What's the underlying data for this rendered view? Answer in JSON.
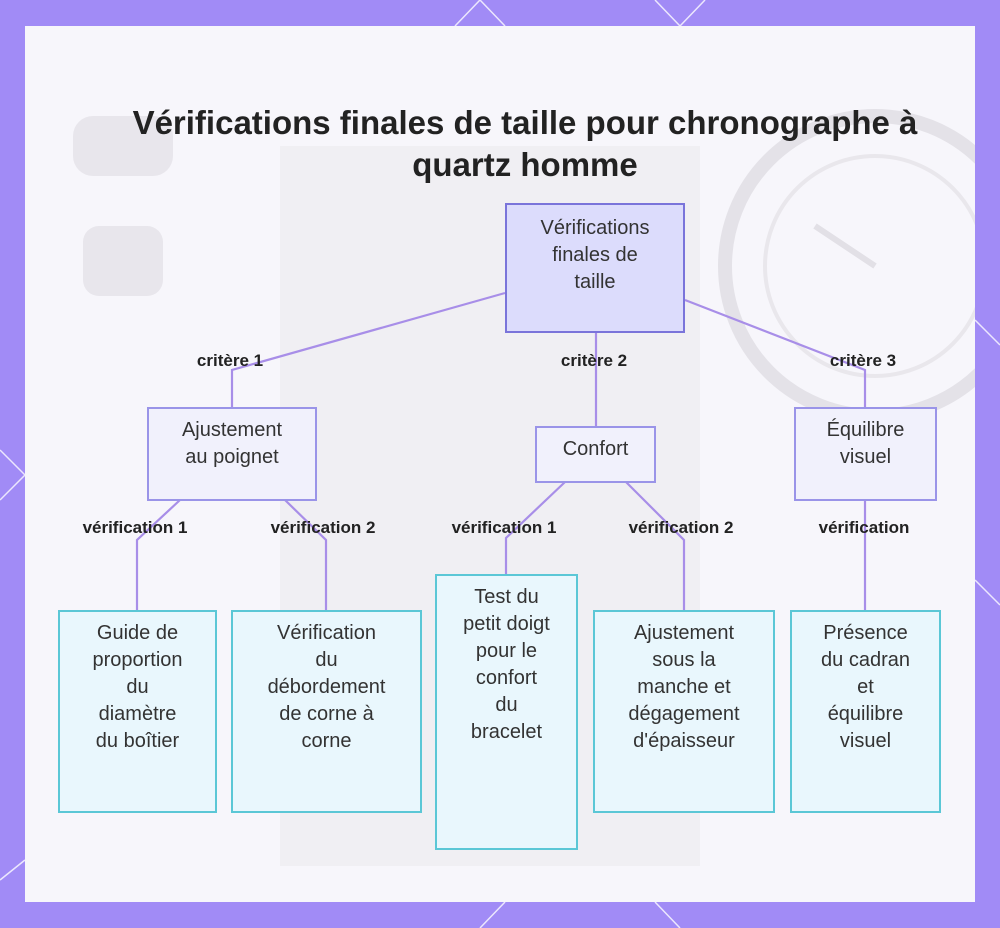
{
  "title": "Vérifications finales de taille pour chronographe à quartz homme",
  "root": "Vérifications\nfinales de\ntaille",
  "criteria": [
    {
      "edge_label": "critère 1",
      "label": "Ajustement\nau poignet"
    },
    {
      "edge_label": "critère 2",
      "label": "Confort"
    },
    {
      "edge_label": "critère 3",
      "label": "Équilibre\nvisuel"
    }
  ],
  "checks": [
    {
      "edge_label": "vérification 1",
      "label": "Guide de\nproportion\ndu\ndiamètre\ndu boîtier"
    },
    {
      "edge_label": "vérification 2",
      "label": "Vérification\ndu\ndébordement\nde corne à\ncorne"
    },
    {
      "edge_label": "vérification 1",
      "label": "Test du\npetit doigt\npour le\nconfort\ndu\nbracelet"
    },
    {
      "edge_label": "vérification 2",
      "label": "Ajustement\nsous la\nmanche et\ndégagement\nd'épaisseur"
    },
    {
      "edge_label": "vérification",
      "label": "Présence\ndu cadran\net\néquilibre\nvisuel"
    }
  ],
  "colors": {
    "frame": "#a18bf6",
    "edge": "#a88ee8",
    "root_fill": "#dcdcfc",
    "leaf_border": "#5bc7d6"
  }
}
